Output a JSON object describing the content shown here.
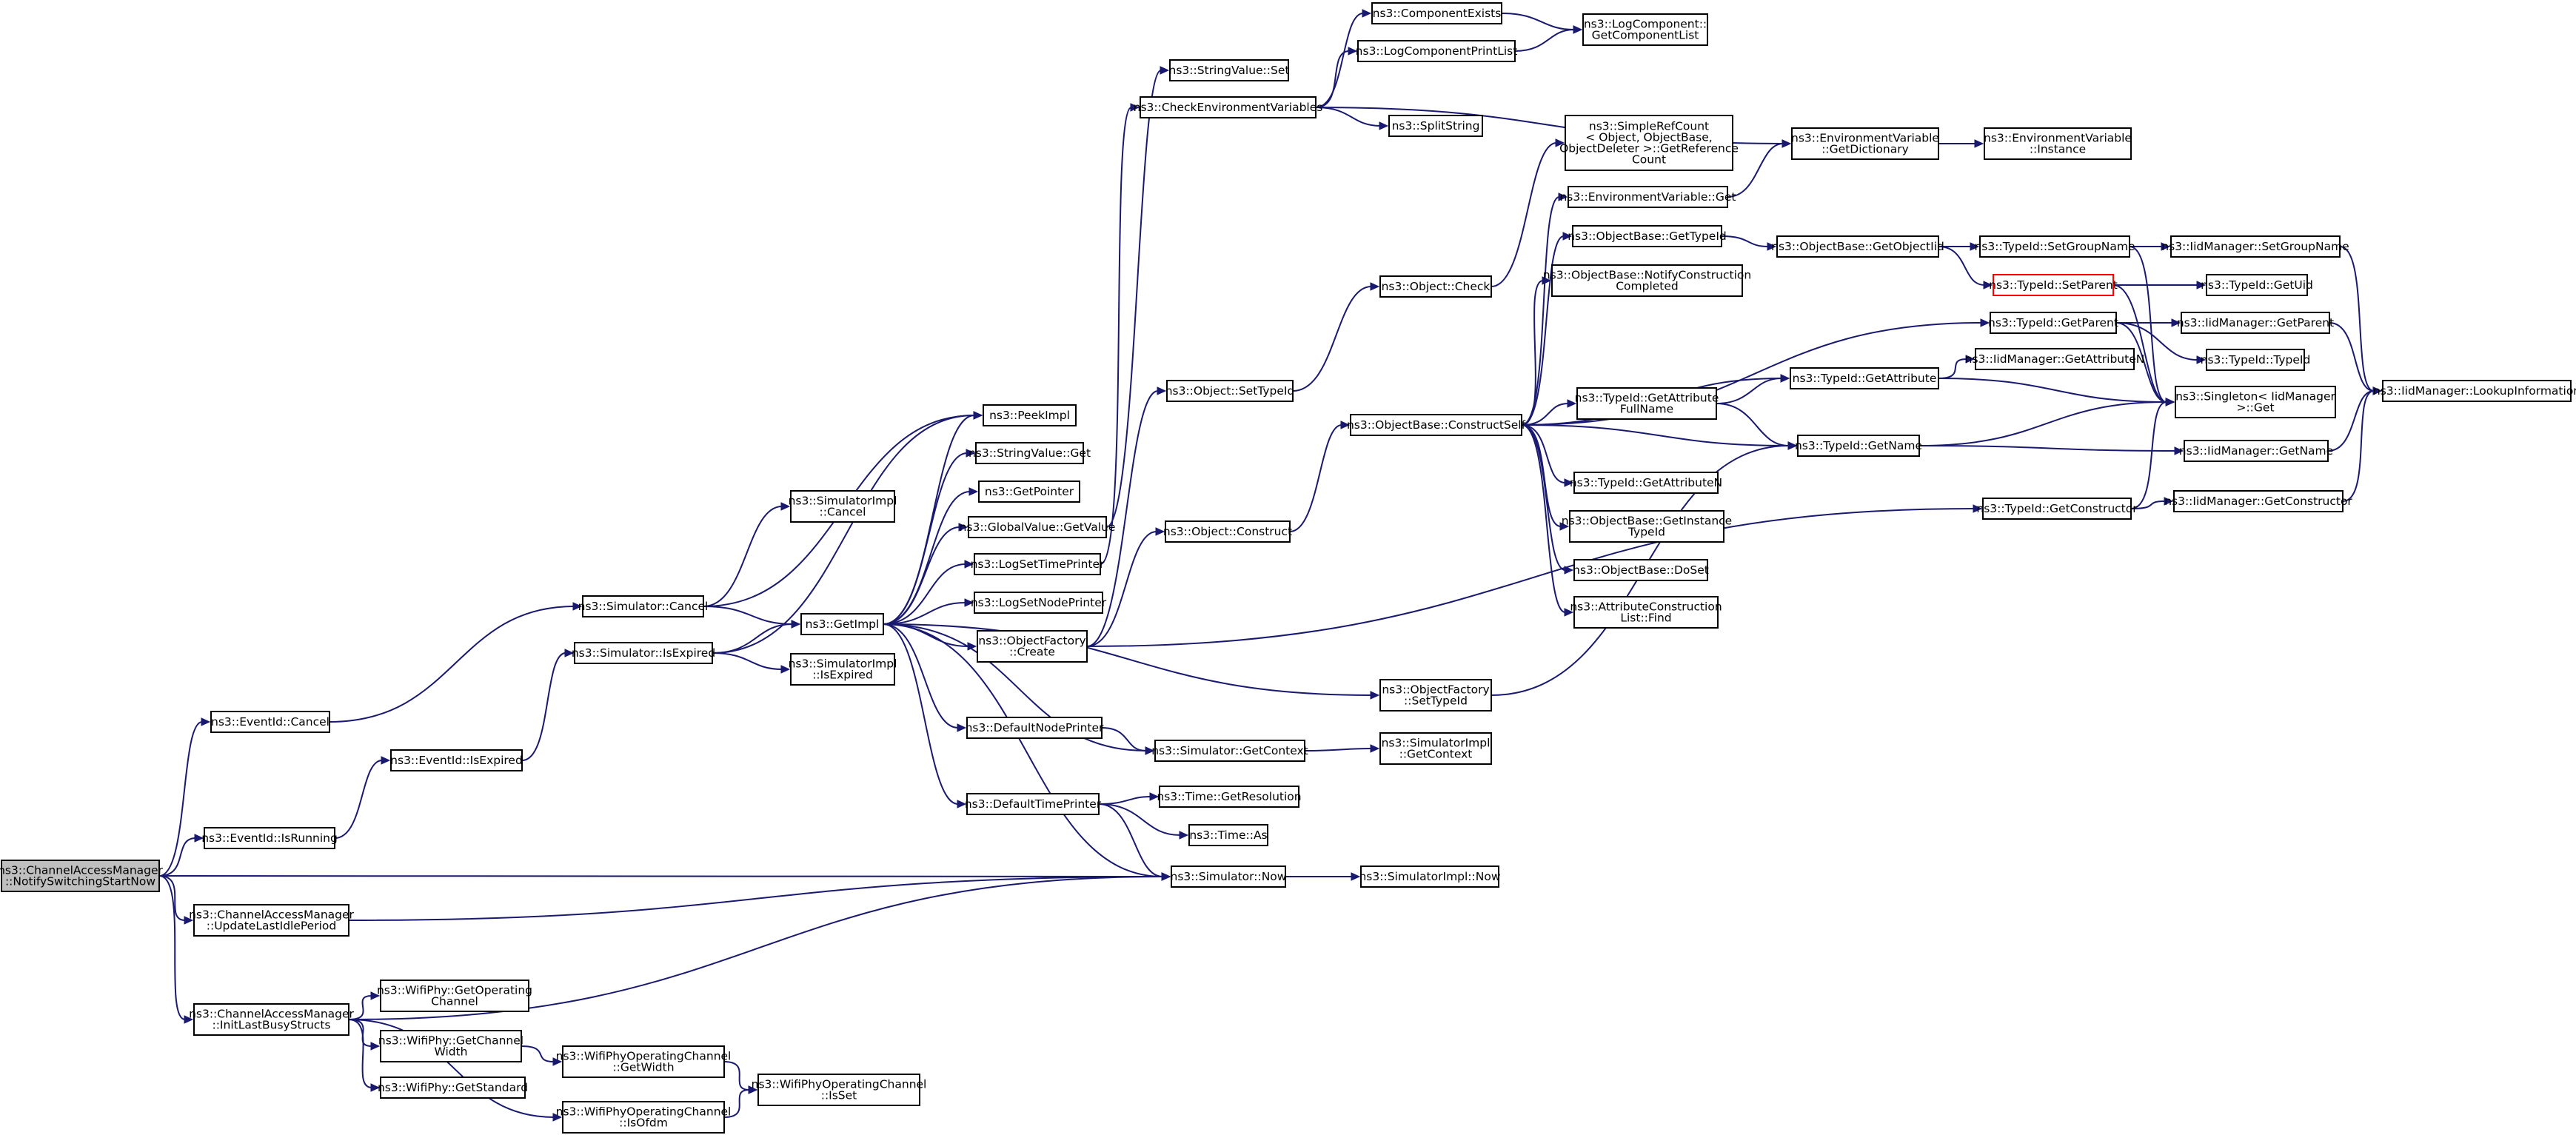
{
  "graph": {
    "colors": {
      "edge": "#191970",
      "node_border": "#000000",
      "root_fill": "#bfbfbf",
      "highlight_border": "#ff0000"
    },
    "nodes": [
      {
        "id": "root",
        "lines": [
          "ns3::ChannelAccessManager",
          "::NotifySwitchingStartNow"
        ],
        "style": "root"
      },
      {
        "id": "eventid_cancel",
        "lines": [
          "ns3::EventId::Cancel"
        ]
      },
      {
        "id": "eventid_isrunning",
        "lines": [
          "ns3::EventId::IsRunning"
        ]
      },
      {
        "id": "cam_update",
        "lines": [
          "ns3::ChannelAccessManager",
          "::UpdateLastIdlePeriod"
        ]
      },
      {
        "id": "cam_init",
        "lines": [
          "ns3::ChannelAccessManager",
          "::InitLastBusyStructs"
        ]
      },
      {
        "id": "eventid_isexpired",
        "lines": [
          "ns3::EventId::IsExpired"
        ]
      },
      {
        "id": "sim_cancel",
        "lines": [
          "ns3::Simulator::Cancel"
        ]
      },
      {
        "id": "sim_isexpired",
        "lines": [
          "ns3::Simulator::IsExpired"
        ]
      },
      {
        "id": "simimpl_cancel",
        "lines": [
          "ns3::SimulatorImpl",
          "::Cancel"
        ]
      },
      {
        "id": "getimpl",
        "lines": [
          "ns3::GetImpl"
        ]
      },
      {
        "id": "simimpl_isexpired",
        "lines": [
          "ns3::SimulatorImpl",
          "::IsExpired"
        ]
      },
      {
        "id": "wifiphy_getopchan",
        "lines": [
          "ns3::WifiPhy::GetOperating",
          "Channel"
        ]
      },
      {
        "id": "wifiphy_getchanwidth",
        "lines": [
          "ns3::WifiPhy::GetChannel",
          "Width"
        ]
      },
      {
        "id": "wifiphy_getstandard",
        "lines": [
          "ns3::WifiPhy::GetStandard"
        ]
      },
      {
        "id": "wpoc_getwidth",
        "lines": [
          "ns3::WifiPhyOperatingChannel",
          "::GetWidth"
        ]
      },
      {
        "id": "wpoc_isofdm",
        "lines": [
          "ns3::WifiPhyOperatingChannel",
          "::IsOfdm"
        ]
      },
      {
        "id": "wpoc_isset",
        "lines": [
          "ns3::WifiPhyOperatingChannel",
          "::IsSet"
        ]
      },
      {
        "id": "peekimpl",
        "lines": [
          "ns3::PeekImpl"
        ]
      },
      {
        "id": "stringvalue_get",
        "lines": [
          "ns3::StringValue::Get"
        ]
      },
      {
        "id": "getpointer",
        "lines": [
          "ns3::GetPointer"
        ]
      },
      {
        "id": "globalvalue_getvalue",
        "lines": [
          "ns3::GlobalValue::GetValue"
        ]
      },
      {
        "id": "logsettimeprinter",
        "lines": [
          "ns3::LogSetTimePrinter"
        ]
      },
      {
        "id": "logsetnodeprinter",
        "lines": [
          "ns3::LogSetNodePrinter"
        ]
      },
      {
        "id": "objfactory_create",
        "lines": [
          "ns3::ObjectFactory",
          "::Create"
        ]
      },
      {
        "id": "defaultnodeprinter",
        "lines": [
          "ns3::DefaultNodePrinter"
        ]
      },
      {
        "id": "defaulttimeprinter",
        "lines": [
          "ns3::DefaultTimePrinter"
        ]
      },
      {
        "id": "stringvalue_set",
        "lines": [
          "ns3::StringValue::Set"
        ]
      },
      {
        "id": "checkenv",
        "lines": [
          "ns3::CheckEnvironmentVariables"
        ]
      },
      {
        "id": "object_settypeid",
        "lines": [
          "ns3::Object::SetTypeId"
        ]
      },
      {
        "id": "object_construct",
        "lines": [
          "ns3::Object::Construct"
        ]
      },
      {
        "id": "sim_getcontext",
        "lines": [
          "ns3::Simulator::GetContext"
        ]
      },
      {
        "id": "time_getresolution",
        "lines": [
          "ns3::Time::GetResolution"
        ]
      },
      {
        "id": "time_as",
        "lines": [
          "ns3::Time::As"
        ]
      },
      {
        "id": "sim_now",
        "lines": [
          "ns3::Simulator::Now"
        ]
      },
      {
        "id": "componentexists",
        "lines": [
          "ns3::ComponentExists"
        ]
      },
      {
        "id": "logcomponentprintlist",
        "lines": [
          "ns3::LogComponentPrintList"
        ]
      },
      {
        "id": "splitstring",
        "lines": [
          "ns3::SplitString"
        ]
      },
      {
        "id": "object_check",
        "lines": [
          "ns3::Object::Check"
        ]
      },
      {
        "id": "objbase_constructself",
        "lines": [
          "ns3::ObjectBase::ConstructSelf"
        ]
      },
      {
        "id": "objfactory_settypeid",
        "lines": [
          "ns3::ObjectFactory",
          "::SetTypeId"
        ]
      },
      {
        "id": "simimpl_getcontext",
        "lines": [
          "ns3::SimulatorImpl",
          "::GetContext"
        ]
      },
      {
        "id": "simimpl_now",
        "lines": [
          "ns3::SimulatorImpl::Now"
        ]
      },
      {
        "id": "logcomponent_getlist",
        "lines": [
          "ns3::LogComponent::",
          "GetComponentList"
        ]
      },
      {
        "id": "simplerefcount",
        "lines": [
          "ns3::SimpleRefCount",
          "< Object, ObjectBase,",
          "ObjectDeleter >::GetReference",
          "Count"
        ]
      },
      {
        "id": "envvar_get",
        "lines": [
          "ns3::EnvironmentVariable::Get"
        ]
      },
      {
        "id": "objbase_gettypeid",
        "lines": [
          "ns3::ObjectBase::GetTypeId"
        ]
      },
      {
        "id": "objbase_notify",
        "lines": [
          "ns3::ObjectBase::NotifyConstruction",
          "Completed"
        ]
      },
      {
        "id": "typeid_getattrfullname",
        "lines": [
          "ns3::TypeId::GetAttribute",
          "FullName"
        ]
      },
      {
        "id": "typeid_getattrn",
        "lines": [
          "ns3::TypeId::GetAttributeN"
        ]
      },
      {
        "id": "objbase_getinstancetypeid",
        "lines": [
          "ns3::ObjectBase::GetInstance",
          "TypeId"
        ]
      },
      {
        "id": "objbase_doset",
        "lines": [
          "ns3::ObjectBase::DoSet"
        ]
      },
      {
        "id": "attrconstructionlist_find",
        "lines": [
          "ns3::AttributeConstruction",
          "List::Find"
        ]
      },
      {
        "id": "envvar_getdictionary",
        "lines": [
          "ns3::EnvironmentVariable",
          "::GetDictionary"
        ]
      },
      {
        "id": "envvar_instance",
        "lines": [
          "ns3::EnvironmentVariable",
          "::Instance"
        ]
      },
      {
        "id": "objbase_getobjectiid",
        "lines": [
          "ns3::ObjectBase::GetObjectIid"
        ]
      },
      {
        "id": "typeid_getattribute",
        "lines": [
          "ns3::TypeId::GetAttribute"
        ]
      },
      {
        "id": "typeid_getname",
        "lines": [
          "ns3::TypeId::GetName"
        ]
      },
      {
        "id": "typeid_setgroupname",
        "lines": [
          "ns3::TypeId::SetGroupName"
        ]
      },
      {
        "id": "typeid_setparent",
        "lines": [
          "ns3::TypeId::SetParent"
        ],
        "style": "red"
      },
      {
        "id": "typeid_getparent",
        "lines": [
          "ns3::TypeId::GetParent"
        ]
      },
      {
        "id": "iidmgr_getattributen",
        "lines": [
          "ns3::IidManager::GetAttributeN"
        ]
      },
      {
        "id": "typeid_getconstructor",
        "lines": [
          "ns3::TypeId::GetConstructor"
        ]
      },
      {
        "id": "iidmgr_setgroupname",
        "lines": [
          "ns3::IidManager::SetGroupName"
        ]
      },
      {
        "id": "typeid_getuid",
        "lines": [
          "ns3::TypeId::GetUid"
        ]
      },
      {
        "id": "iidmgr_getparent",
        "lines": [
          "ns3::IidManager::GetParent"
        ]
      },
      {
        "id": "typeid_typeid",
        "lines": [
          "ns3::TypeId::TypeId"
        ]
      },
      {
        "id": "singleton_get",
        "lines": [
          "ns3::Singleton< IidManager",
          ">::Get"
        ]
      },
      {
        "id": "iidmgr_getname",
        "lines": [
          "ns3::IidManager::GetName"
        ]
      },
      {
        "id": "iidmgr_getconstructor",
        "lines": [
          "ns3::IidManager::GetConstructor"
        ]
      },
      {
        "id": "iidmgr_lookupinformation",
        "lines": [
          "ns3::IidManager::LookupInformation"
        ]
      }
    ],
    "edges": [
      [
        "root",
        "eventid_cancel"
      ],
      [
        "root",
        "eventid_isrunning"
      ],
      [
        "root",
        "sim_now"
      ],
      [
        "root",
        "cam_update"
      ],
      [
        "root",
        "cam_init"
      ],
      [
        "eventid_cancel",
        "sim_cancel"
      ],
      [
        "eventid_isrunning",
        "eventid_isexpired"
      ],
      [
        "eventid_isexpired",
        "sim_isexpired"
      ],
      [
        "sim_cancel",
        "simimpl_cancel"
      ],
      [
        "sim_cancel",
        "getimpl"
      ],
      [
        "sim_cancel",
        "peekimpl"
      ],
      [
        "sim_isexpired",
        "getimpl"
      ],
      [
        "sim_isexpired",
        "simimpl_isexpired"
      ],
      [
        "sim_isexpired",
        "peekimpl"
      ],
      [
        "cam_update",
        "sim_now"
      ],
      [
        "cam_init",
        "sim_now"
      ],
      [
        "cam_init",
        "wifiphy_getopchan"
      ],
      [
        "cam_init",
        "wifiphy_getchanwidth"
      ],
      [
        "cam_init",
        "wifiphy_getstandard"
      ],
      [
        "cam_init",
        "wpoc_isofdm"
      ],
      [
        "wifiphy_getchanwidth",
        "wpoc_getwidth"
      ],
      [
        "wpoc_getwidth",
        "wpoc_isset"
      ],
      [
        "wpoc_isofdm",
        "wpoc_isset"
      ],
      [
        "getimpl",
        "peekimpl"
      ],
      [
        "getimpl",
        "stringvalue_get"
      ],
      [
        "getimpl",
        "getpointer"
      ],
      [
        "getimpl",
        "globalvalue_getvalue"
      ],
      [
        "getimpl",
        "logsettimeprinter"
      ],
      [
        "getimpl",
        "logsetnodeprinter"
      ],
      [
        "getimpl",
        "objfactory_create"
      ],
      [
        "getimpl",
        "objfactory_settypeid"
      ],
      [
        "getimpl",
        "defaultnodeprinter"
      ],
      [
        "getimpl",
        "sim_getcontext"
      ],
      [
        "getimpl",
        "defaulttimeprinter"
      ],
      [
        "getimpl",
        "sim_now"
      ],
      [
        "globalvalue_getvalue",
        "stringvalue_set"
      ],
      [
        "logsettimeprinter",
        "checkenv"
      ],
      [
        "objfactory_create",
        "object_settypeid"
      ],
      [
        "objfactory_create",
        "object_construct"
      ],
      [
        "objfactory_create",
        "typeid_getconstructor"
      ],
      [
        "defaultnodeprinter",
        "sim_getcontext"
      ],
      [
        "sim_getcontext",
        "simimpl_getcontext"
      ],
      [
        "defaulttimeprinter",
        "time_getresolution"
      ],
      [
        "defaulttimeprinter",
        "time_as"
      ],
      [
        "defaulttimeprinter",
        "sim_now"
      ],
      [
        "sim_now",
        "simimpl_now"
      ],
      [
        "checkenv",
        "componentexists"
      ],
      [
        "checkenv",
        "logcomponentprintlist"
      ],
      [
        "checkenv",
        "splitstring"
      ],
      [
        "checkenv",
        "envvar_getdictionary"
      ],
      [
        "componentexists",
        "logcomponent_getlist"
      ],
      [
        "logcomponentprintlist",
        "logcomponent_getlist"
      ],
      [
        "object_settypeid",
        "object_check"
      ],
      [
        "object_check",
        "simplerefcount"
      ],
      [
        "object_construct",
        "objbase_constructself"
      ],
      [
        "objbase_constructself",
        "envvar_get"
      ],
      [
        "objbase_constructself",
        "objbase_gettypeid"
      ],
      [
        "objbase_constructself",
        "objbase_notify"
      ],
      [
        "objbase_constructself",
        "typeid_getparent"
      ],
      [
        "objbase_constructself",
        "typeid_getattribute"
      ],
      [
        "objbase_constructself",
        "typeid_getattrfullname"
      ],
      [
        "objbase_constructself",
        "typeid_getname"
      ],
      [
        "objbase_constructself",
        "typeid_getattrn"
      ],
      [
        "objbase_constructself",
        "objbase_getinstancetypeid"
      ],
      [
        "objbase_constructself",
        "objbase_doset"
      ],
      [
        "objbase_constructself",
        "attrconstructionlist_find"
      ],
      [
        "objfactory_settypeid",
        "typeid_getname"
      ],
      [
        "envvar_get",
        "envvar_getdictionary"
      ],
      [
        "envvar_getdictionary",
        "envvar_instance"
      ],
      [
        "objbase_gettypeid",
        "objbase_getobjectiid"
      ],
      [
        "objbase_getobjectiid",
        "typeid_setgroupname"
      ],
      [
        "objbase_getobjectiid",
        "typeid_setparent"
      ],
      [
        "typeid_getattrfullname",
        "typeid_getattribute"
      ],
      [
        "typeid_getattrfullname",
        "typeid_getname"
      ],
      [
        "typeid_getattribute",
        "iidmgr_getattributen"
      ],
      [
        "typeid_getattribute",
        "singleton_get"
      ],
      [
        "typeid_getname",
        "singleton_get"
      ],
      [
        "typeid_getname",
        "iidmgr_getname"
      ],
      [
        "typeid_setgroupname",
        "iidmgr_setgroupname"
      ],
      [
        "typeid_setgroupname",
        "singleton_get"
      ],
      [
        "typeid_setparent",
        "typeid_getuid"
      ],
      [
        "typeid_setparent",
        "singleton_get"
      ],
      [
        "typeid_getparent",
        "iidmgr_getparent"
      ],
      [
        "typeid_getparent",
        "typeid_typeid"
      ],
      [
        "typeid_getparent",
        "singleton_get"
      ],
      [
        "typeid_getconstructor",
        "singleton_get"
      ],
      [
        "typeid_getconstructor",
        "iidmgr_getconstructor"
      ],
      [
        "iidmgr_setgroupname",
        "iidmgr_lookupinformation"
      ],
      [
        "iidmgr_getparent",
        "iidmgr_lookupinformation"
      ],
      [
        "iidmgr_getname",
        "iidmgr_lookupinformation"
      ],
      [
        "iidmgr_getconstructor",
        "iidmgr_lookupinformation"
      ]
    ]
  }
}
